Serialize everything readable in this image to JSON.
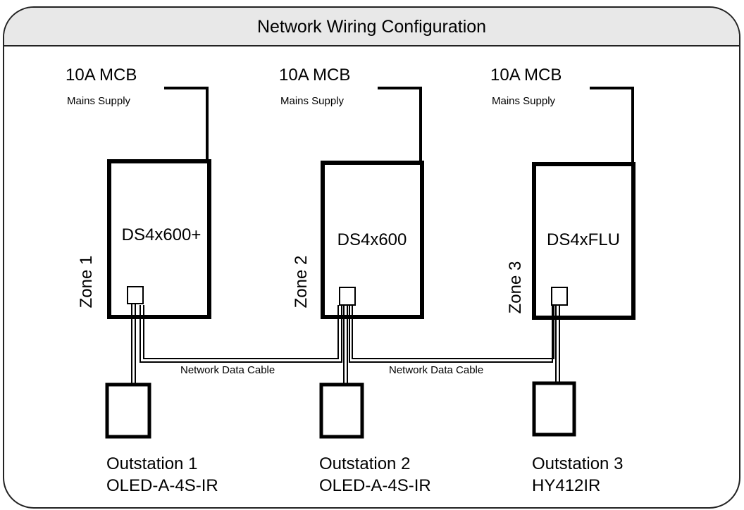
{
  "title": "Network Wiring Configuration",
  "units": [
    {
      "breaker": "10A MCB",
      "supply": "Mains Supply",
      "controller": "DS4x600+",
      "zone": "Zone 1",
      "outstation_name": "Outstation 1",
      "outstation_model": "OLED-A-4S-IR"
    },
    {
      "breaker": "10A MCB",
      "supply": "Mains Supply",
      "controller": "DS4x600",
      "zone": "Zone 2",
      "outstation_name": "Outstation 2",
      "outstation_model": "OLED-A-4S-IR"
    },
    {
      "breaker": "10A MCB",
      "supply": "Mains Supply",
      "controller": "DS4xFLU",
      "zone": "Zone 3",
      "outstation_name": "Outstation 3",
      "outstation_model": "HY412IR"
    }
  ],
  "cables": [
    "Network Data Cable",
    "Network Data Cable"
  ]
}
